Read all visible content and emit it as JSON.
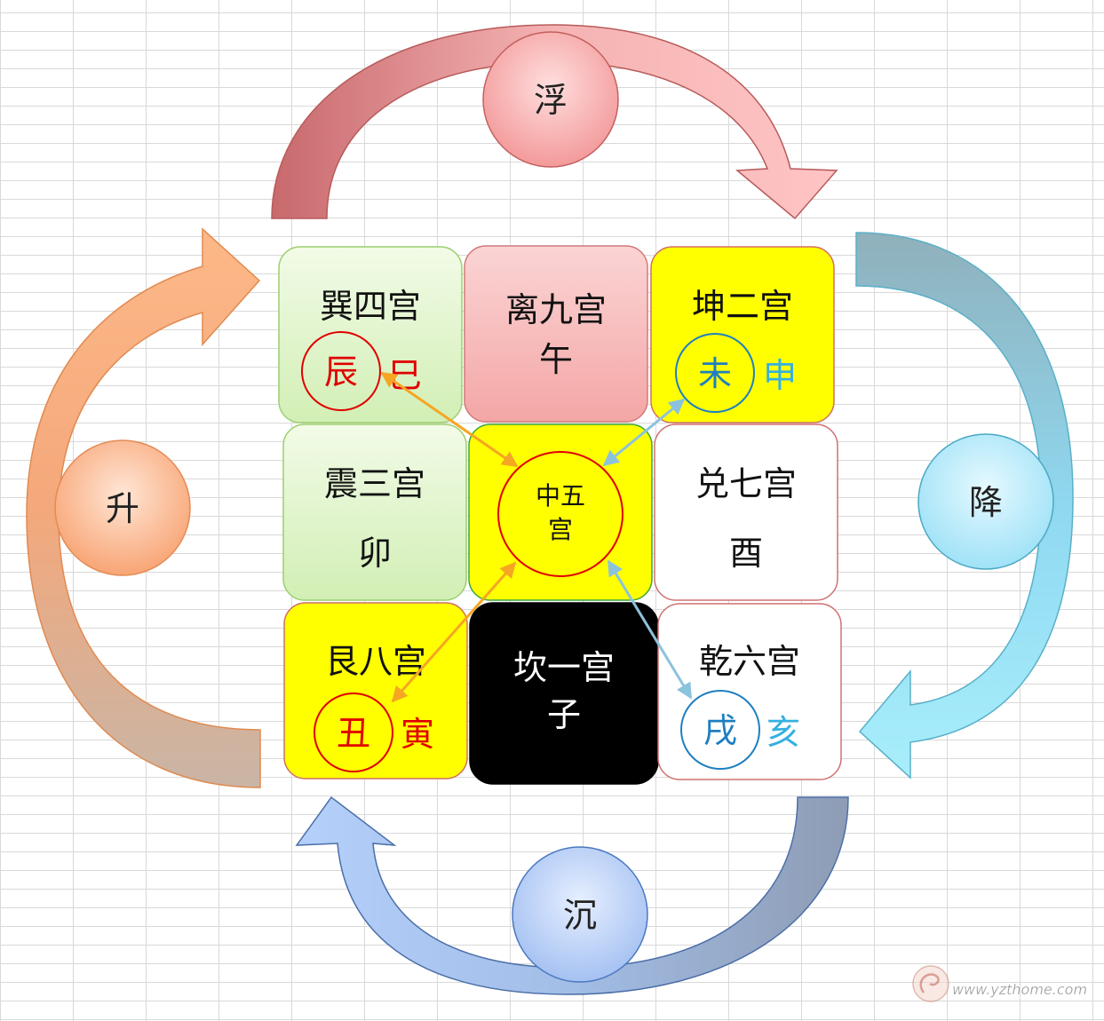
{
  "motions": {
    "float": "浮",
    "descend": "降",
    "sink": "沉",
    "rise": "升"
  },
  "palaces": {
    "xun": {
      "name": "巽四宫",
      "circle": "辰",
      "side": "巳"
    },
    "li": {
      "name": "离九宫",
      "branch": "午"
    },
    "kun": {
      "name": "坤二宫",
      "circle": "未",
      "side": "申"
    },
    "zhen": {
      "name": "震三宫",
      "branch": "卯"
    },
    "center": {
      "line1": "中五",
      "line2": "宫"
    },
    "dui": {
      "name": "兑七宫",
      "branch": "酉"
    },
    "gen": {
      "name": "艮八宫",
      "circle": "丑",
      "side": "寅"
    },
    "kan": {
      "name": "坎一宫",
      "branch": "子"
    },
    "qian": {
      "name": "乾六宫",
      "circle": "戌",
      "side": "亥"
    }
  },
  "watermark": {
    "url": "www.yzthome.com"
  },
  "colors": {
    "float": "#f7a5a5",
    "descend": "#9fe3f5",
    "sink": "#a9c6f5",
    "rise": "#f9b07a",
    "yellow": "#ffff00",
    "red": "#e00000",
    "blue": "#1f7fc1"
  }
}
